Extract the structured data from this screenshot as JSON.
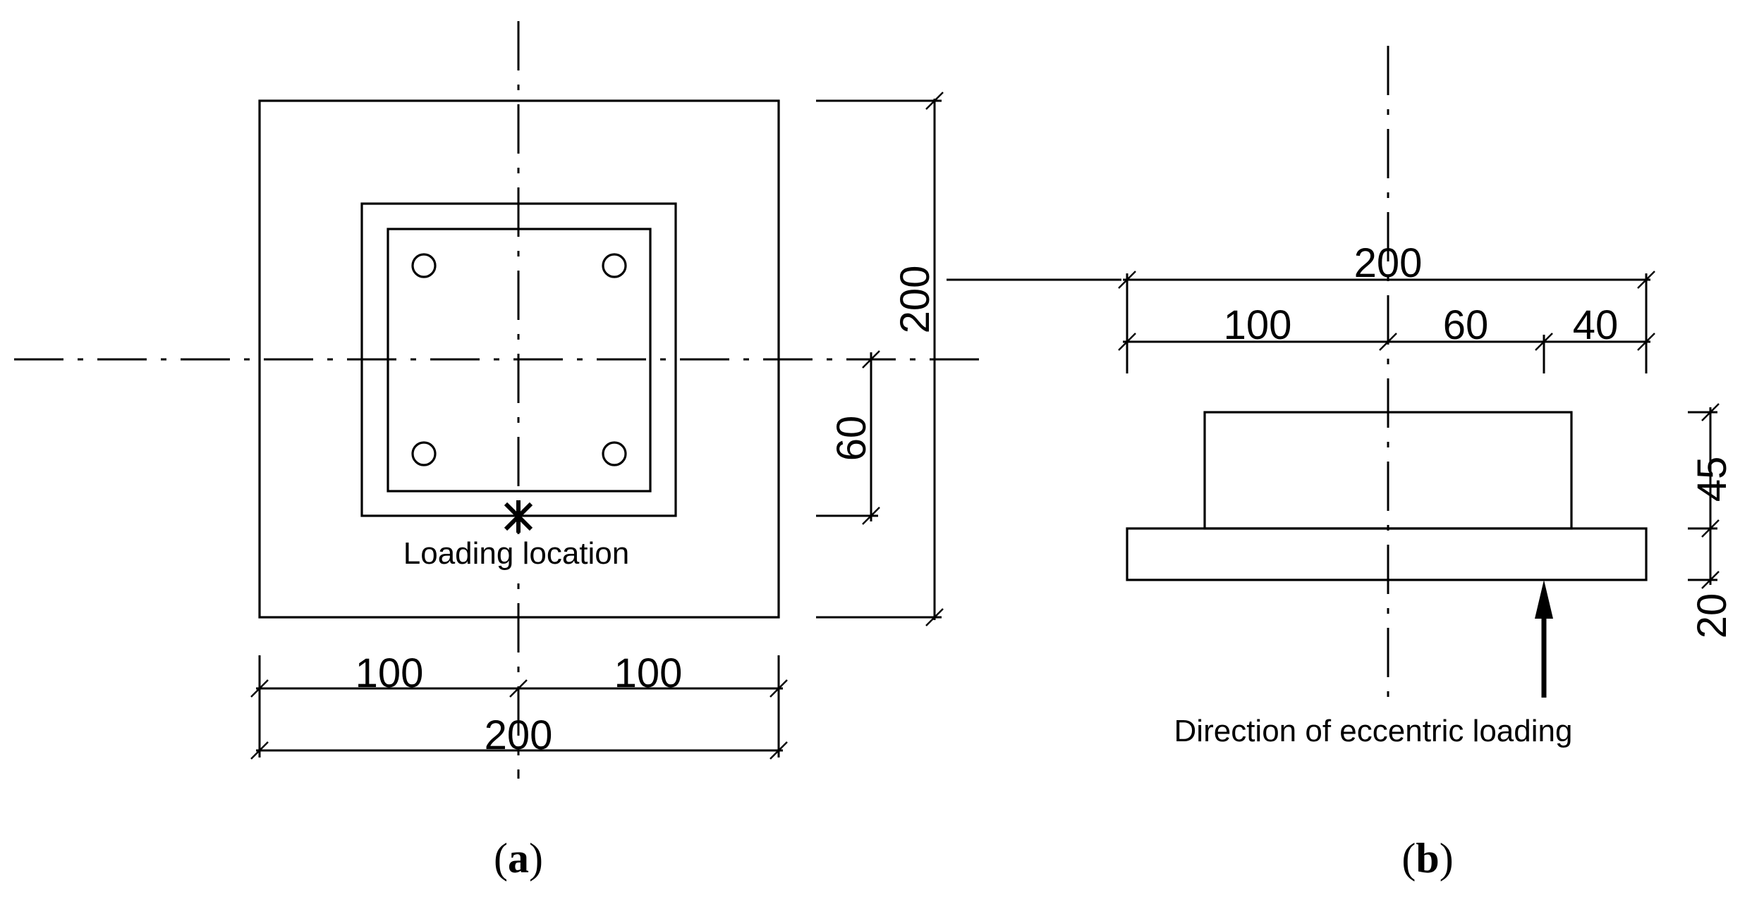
{
  "panel_a": {
    "caption_open": "(",
    "caption_letter": "a",
    "caption_close": ")",
    "loading_label": "Loading location",
    "dim_width_left": "100",
    "dim_width_right": "100",
    "dim_width_total": "200",
    "dim_height_total": "200",
    "dim_offset": "60"
  },
  "panel_b": {
    "caption_open": "(",
    "caption_letter": "b",
    "caption_close": ")",
    "loading_label": "Direction of eccentric loading",
    "dim_total": "200",
    "dim_left": "100",
    "dim_mid": "60",
    "dim_right": "40",
    "dim_column_height": "45",
    "dim_base_height": "20"
  }
}
